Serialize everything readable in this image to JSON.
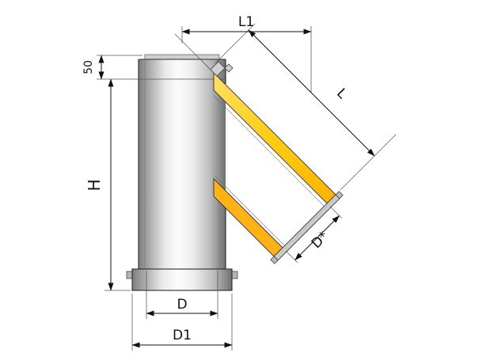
{
  "diagram": {
    "type": "technical-drawing",
    "subject": "45-degree chimney tee (sandwich flue) sectional dimension drawing",
    "labels": {
      "l1": "L1",
      "l": "L",
      "h": "H",
      "collar_height": "50",
      "d_star": "D*",
      "d": "D",
      "d1": "D1"
    },
    "colors": {
      "insulation": "#FFC81E",
      "insulation_deep": "#FFB214",
      "cap_gray": "#C9C9C9",
      "flange_gray": "#D0D0D0",
      "line": "#111111",
      "background": "#FFFFFF"
    }
  }
}
